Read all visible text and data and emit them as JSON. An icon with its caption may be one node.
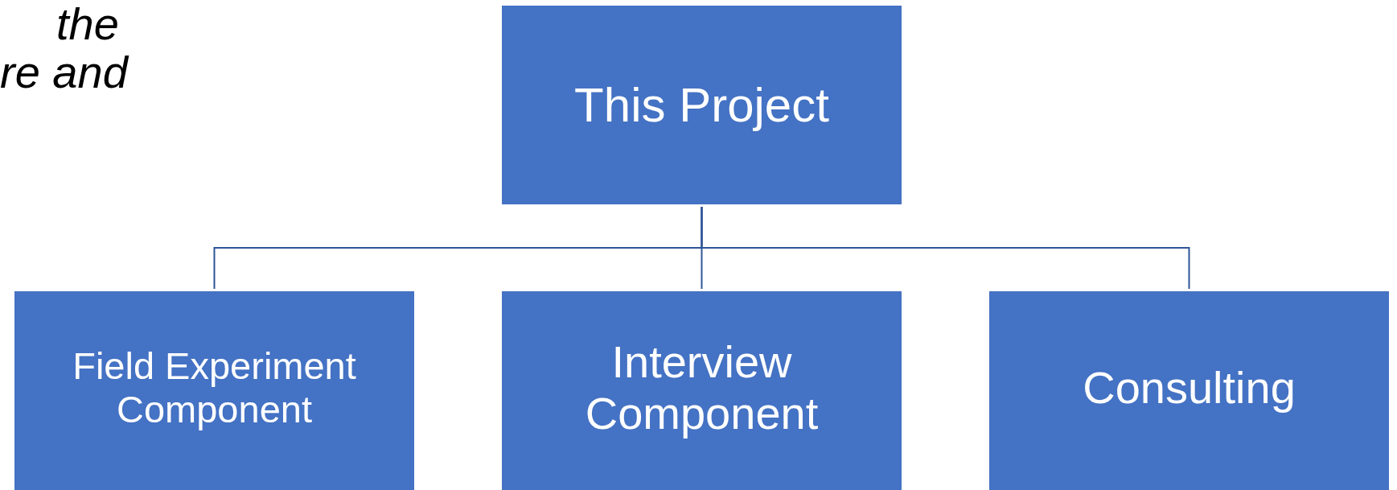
{
  "diagram": {
    "nodes": [
      {
        "text": [
          "This Project"
        ]
      },
      {
        "text": [
          "Field Experiment Component"
        ]
      },
      {
        "text": [
          "Interview Component"
        ]
      },
      {
        "text": [
          "Consulting"
        ]
      }
    ],
    "edges": [
      {
        "from": 0,
        "to": 1,
        "arrow": "none"
      },
      {
        "from": 0,
        "to": 2,
        "arrow": "none"
      },
      {
        "from": 0,
        "to": 3,
        "arrow": "none"
      }
    ],
    "labels": [
      "the",
      "re and"
    ]
  }
}
